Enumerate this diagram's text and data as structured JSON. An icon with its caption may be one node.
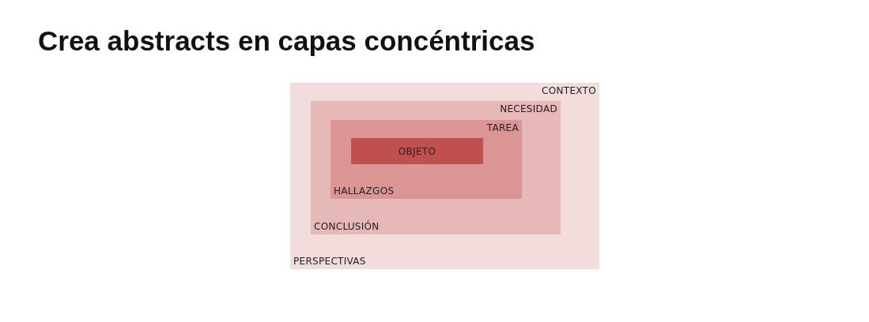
{
  "diagram": {
    "title": "Crea abstracts en capas concéntricas",
    "nodes": [
      {
        "text": [
          "CONTEXTO",
          "PERSPECTIVAS"
        ]
      },
      {
        "text": [
          "NECESIDAD",
          "CONCLUSIÓN"
        ],
        "in": 0
      },
      {
        "text": [
          "TAREA",
          "HALLAZGOS"
        ],
        "in": 1
      },
      {
        "text": [
          "OBJETO"
        ],
        "in": 2
      }
    ]
  }
}
